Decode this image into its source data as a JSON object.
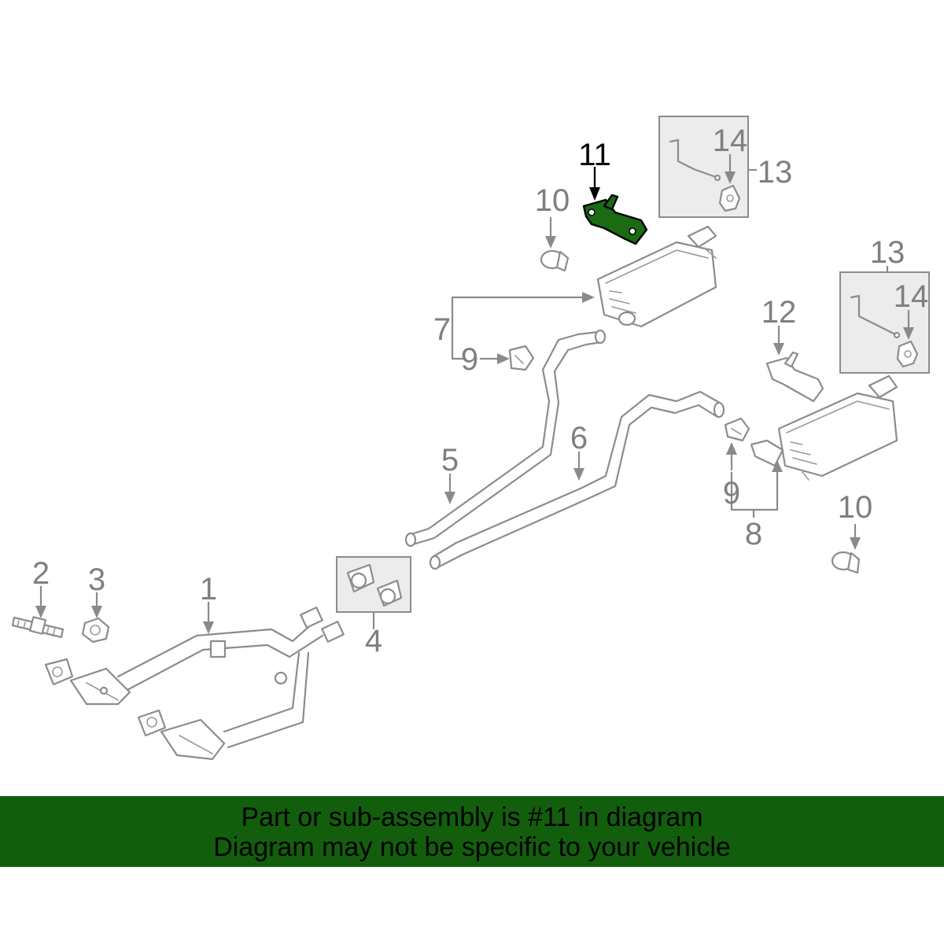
{
  "diagram": {
    "highlighted_part": "11",
    "callouts": {
      "c1": "1",
      "c2": "2",
      "c3": "3",
      "c4": "4",
      "c5": "5",
      "c6": "6",
      "c7": "7",
      "c8": "8",
      "c9a": "9",
      "c9b": "9",
      "c10a": "10",
      "c10b": "10",
      "c11": "11",
      "c12": "12",
      "c13a": "13",
      "c13b": "13",
      "c14a": "14",
      "c14b": "14"
    },
    "colors": {
      "line": "#8c8c8c",
      "highlight": "#1a6b12",
      "banner": "#135e0d"
    }
  },
  "banner": {
    "line1": "Part or sub-assembly is #11 in diagram",
    "line2": "Diagram may not be specific to your vehicle"
  }
}
